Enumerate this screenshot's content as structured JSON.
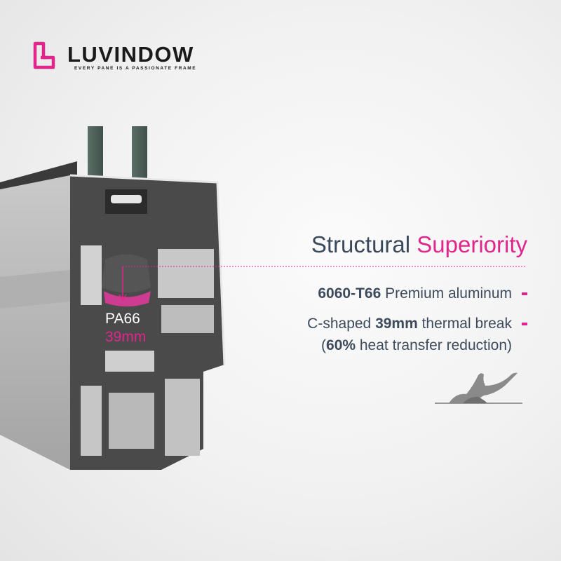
{
  "brand": {
    "name": "LUVINDOW",
    "tagline": "EVERY PANE IS A PASSIONATE FRAME",
    "accent_color": "#e0268d",
    "text_color": "#3a4a5c"
  },
  "headline": {
    "part1": "Structural ",
    "part2": "Superiority"
  },
  "specs": {
    "s1_bold": "6060-T66",
    "s1_text": " Premium aluminum",
    "s2_text1": "C-shaped ",
    "s2_bold": "39mm",
    "s2_text2": " thermal break",
    "s3_text1": "(",
    "s3_bold": "60%",
    "s3_text2": " heat transfer reduction)"
  },
  "callout": {
    "material": "PA66",
    "size": "39mm"
  },
  "icons": {
    "logo": "luvindow-logo-icon",
    "profile": "aluminum-window-profile-illustration",
    "figure": "sculpture-figure-icon"
  }
}
